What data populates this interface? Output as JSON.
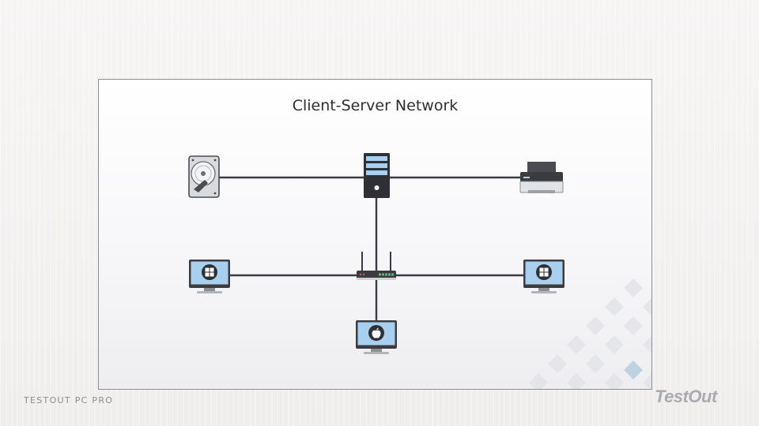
{
  "slide": {
    "title": "Client-Server Network"
  },
  "nodes": {
    "hard_drive": {
      "icon": "hard-drive-icon"
    },
    "server": {
      "icon": "server-icon"
    },
    "printer": {
      "icon": "printer-icon"
    },
    "router": {
      "icon": "router-icon"
    },
    "windows_pc_left": {
      "icon": "windows-pc-icon"
    },
    "windows_pc_right": {
      "icon": "windows-pc-icon"
    },
    "mac_pc": {
      "icon": "apple-pc-icon"
    }
  },
  "connections": [
    [
      "hard_drive",
      "server"
    ],
    [
      "server",
      "printer"
    ],
    [
      "server",
      "router"
    ],
    [
      "windows_pc_left",
      "router"
    ],
    [
      "router",
      "windows_pc_right"
    ],
    [
      "router",
      "mac_pc"
    ]
  ],
  "footer": {
    "left_text": "TESTOUT PC PRO",
    "right_logo": "TestOut"
  },
  "colors": {
    "line": "#3a3c40",
    "monitor_screen": "#a9cfef",
    "server_body": "#2e3035",
    "server_bays": "#a9cfef"
  }
}
